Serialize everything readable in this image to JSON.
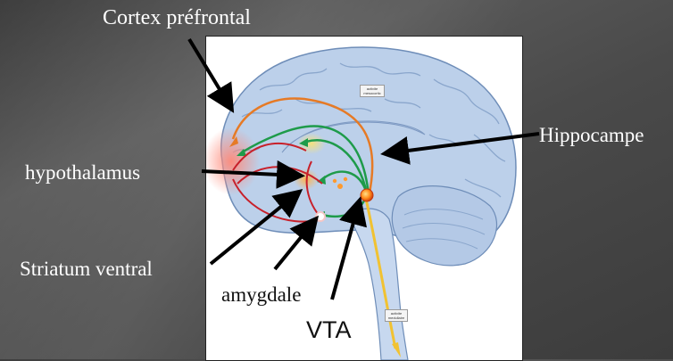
{
  "labels": {
    "cortex": "Cortex préfrontal",
    "hippocampe": "Hippocampe",
    "hypothalamus": "hypothalamus",
    "striatum": "Striatum ventral",
    "amygdale": "amygdale",
    "vta": "VTA"
  },
  "tags": {
    "top": "activite mesocortic",
    "bottom": "activite medullaire"
  },
  "colors": {
    "pathway_green": "#1e9b4a",
    "pathway_red": "#c8202a",
    "pathway_orange": "#e67a25",
    "pathway_yellow": "#f1c232",
    "brain_fill": "#bcd0ea",
    "brain_outline": "#6e8db8"
  }
}
